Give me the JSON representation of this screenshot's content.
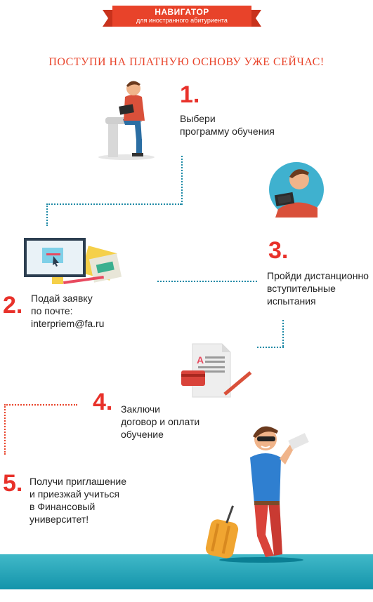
{
  "header": {
    "title": "НАВИГАТОР",
    "subtitle": "для иностранного абитуриента"
  },
  "headline": "ПОСТУПИ НА ПЛАТНУЮ ОСНОВУ УЖЕ СЕЙЧАС!",
  "steps": [
    {
      "number": "1.",
      "lines": [
        "Выбери",
        "программу обучения"
      ]
    },
    {
      "number": "2.",
      "lines": [
        "Подай заявку",
        "по почте:",
        "interpriem@fa.ru"
      ]
    },
    {
      "number": "3.",
      "lines": [
        "Пройди дистанционно",
        "вступительные",
        "испытания"
      ]
    },
    {
      "number": "4.",
      "lines": [
        "Заключи",
        "договор и оплати",
        "обучение"
      ]
    },
    {
      "number": "5.",
      "lines": [
        "Получи приглашение",
        "и приезжай учиться",
        "в Финансовый",
        "университет!"
      ]
    }
  ],
  "colors": {
    "accent": "#e8432a",
    "dots": "#1f8aa6",
    "sea": "#1aa3b8"
  },
  "icons": [
    "student-with-tablet-icon",
    "computer-with-documents-icon",
    "student-avatar-icon",
    "contract-document-icon",
    "traveler-with-luggage-icon"
  ]
}
